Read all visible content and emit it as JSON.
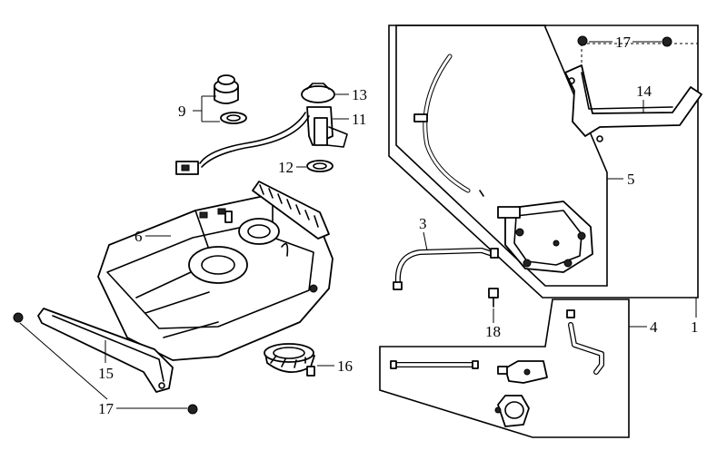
{
  "callouts": {
    "c1": "1",
    "c3": "3",
    "c4": "4",
    "c5": "5",
    "c6": "6",
    "c9": "9",
    "c11": "11",
    "c12": "12",
    "c13": "13",
    "c14": "14",
    "c15": "15",
    "c16": "16",
    "c17a": "17",
    "c17b": "17",
    "c18": "18"
  }
}
